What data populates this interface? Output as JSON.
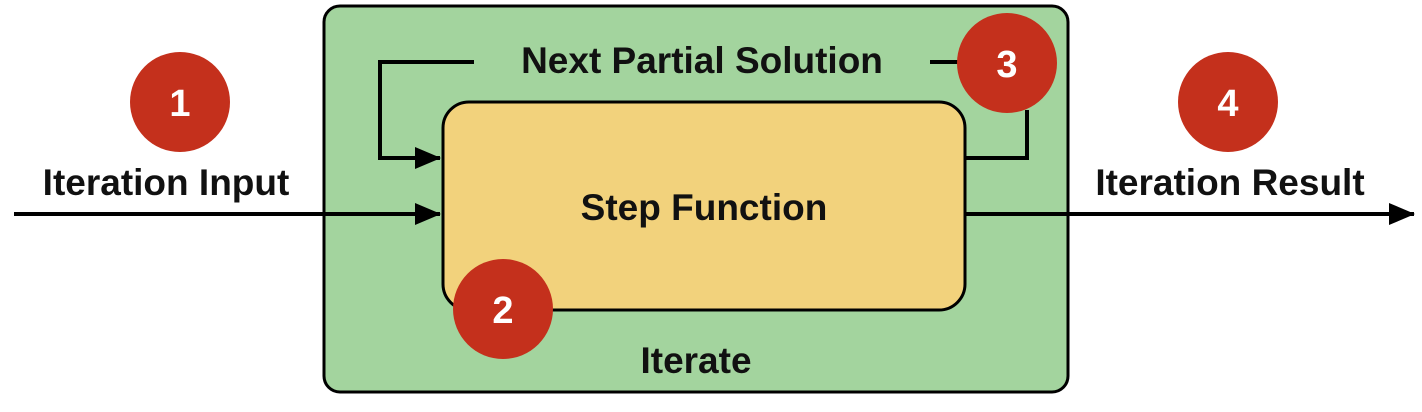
{
  "diagram": {
    "iterate_label": "Iterate",
    "step_function_label": "Step Function",
    "next_partial_solution_label": "Next Partial Solution",
    "iteration_input_label": "Iteration Input",
    "iteration_result_label": "Iteration Result",
    "badges": [
      "1",
      "2",
      "3",
      "4"
    ]
  },
  "colors": {
    "iterate_fill": "#a3d49e",
    "step_fill": "#f2d27c",
    "badge_fill": "#c4301c",
    "stroke": "#000000"
  }
}
